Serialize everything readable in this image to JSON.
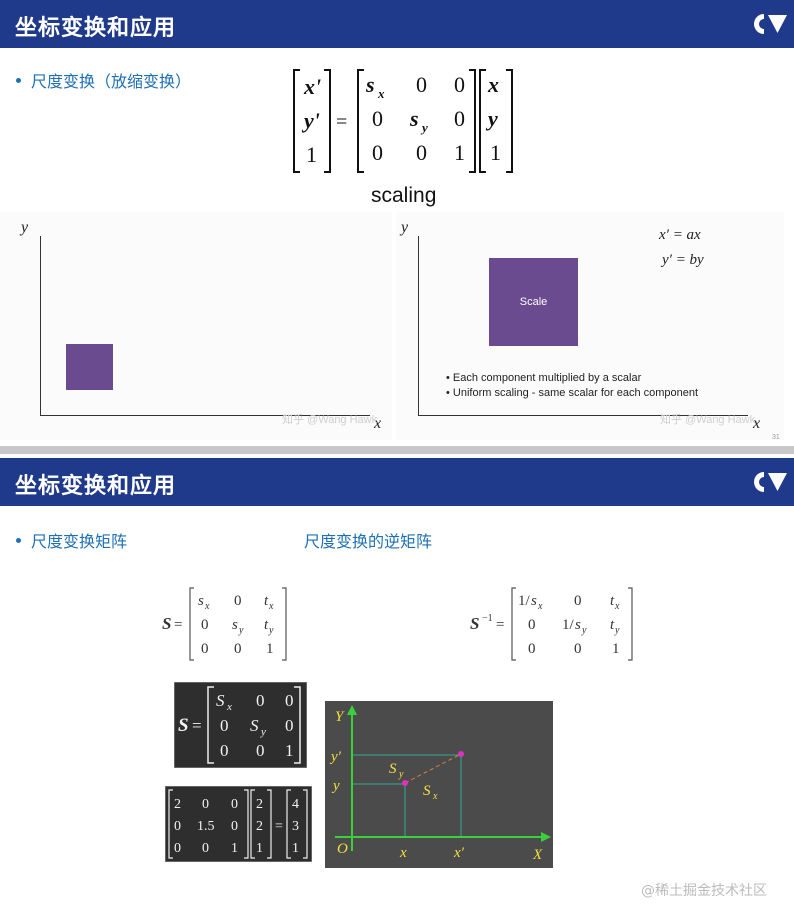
{
  "slide1": {
    "title": "坐标变换和应用",
    "bullet": "尺度变换（放缩变换）",
    "matrix_eq": {
      "lhs": [
        "x'",
        "y'",
        "1"
      ],
      "m": [
        [
          "s_x",
          "0",
          "0"
        ],
        [
          "0",
          "s_y",
          "0"
        ],
        [
          "0",
          "0",
          "1"
        ]
      ],
      "rhs": [
        "x",
        "y",
        "1"
      ]
    },
    "caption": "scaling",
    "left_axis_y": "y",
    "left_axis_x": "x",
    "right_axis_y": "y",
    "right_axis_x": "x",
    "eq1": "x′ = ax",
    "eq2": "y′ = by",
    "scale_label": "Scale",
    "bullets": [
      "Each component multiplied by a scalar",
      "Uniform scaling - same scalar for each component"
    ],
    "watermark_left": "知乎 @Wang Hawk",
    "watermark_right": "知乎 @Wang Hawk",
    "page_num": "31"
  },
  "slide2": {
    "title": "坐标变换和应用",
    "bullet_left": "尺度变换矩阵",
    "bullet_right": "尺度变换的逆矩阵",
    "S_label": "S =",
    "S_matrix": [
      [
        "s_x",
        "0",
        "t_x"
      ],
      [
        "0",
        "s_y",
        "t_y"
      ],
      [
        "0",
        "0",
        "1"
      ]
    ],
    "Sinv_label": "S⁻¹ =",
    "Sinv_matrix": [
      [
        "1/s_x",
        "0",
        "t_x"
      ],
      [
        "0",
        "1/s_y",
        "t_y"
      ],
      [
        "0",
        "0",
        "1"
      ]
    ],
    "dark_S_label": "S =",
    "dark_S_matrix": [
      [
        "S_x",
        "0",
        "0"
      ],
      [
        "0",
        "S_y",
        "0"
      ],
      [
        "0",
        "0",
        "1"
      ]
    ],
    "example_matrix": [
      [
        "2",
        "0",
        "0"
      ],
      [
        "0",
        "1.5",
        "0"
      ],
      [
        "0",
        "0",
        "1"
      ]
    ],
    "example_vec": [
      "2",
      "2",
      "1"
    ],
    "example_result": [
      "4",
      "3",
      "1"
    ],
    "graph": {
      "Y": "Y",
      "X": "X",
      "O": "O",
      "y_prime": "y′",
      "y": "y",
      "x": "x",
      "x_prime": "x′",
      "Sy": "S",
      "Sy_sub": "y",
      "Sx": "S",
      "Sx_sub": "x"
    },
    "footer_watermark": "@稀土掘金技术社区"
  },
  "colors": {
    "header": "#1f3a8a",
    "bullet": "#1f6fb5",
    "purple": "#6a4b8f",
    "graph_bg": "#4a4a4a",
    "axis_green": "#3ccf3c",
    "magenta": "#e030c0",
    "yellow": "#f0e040"
  }
}
